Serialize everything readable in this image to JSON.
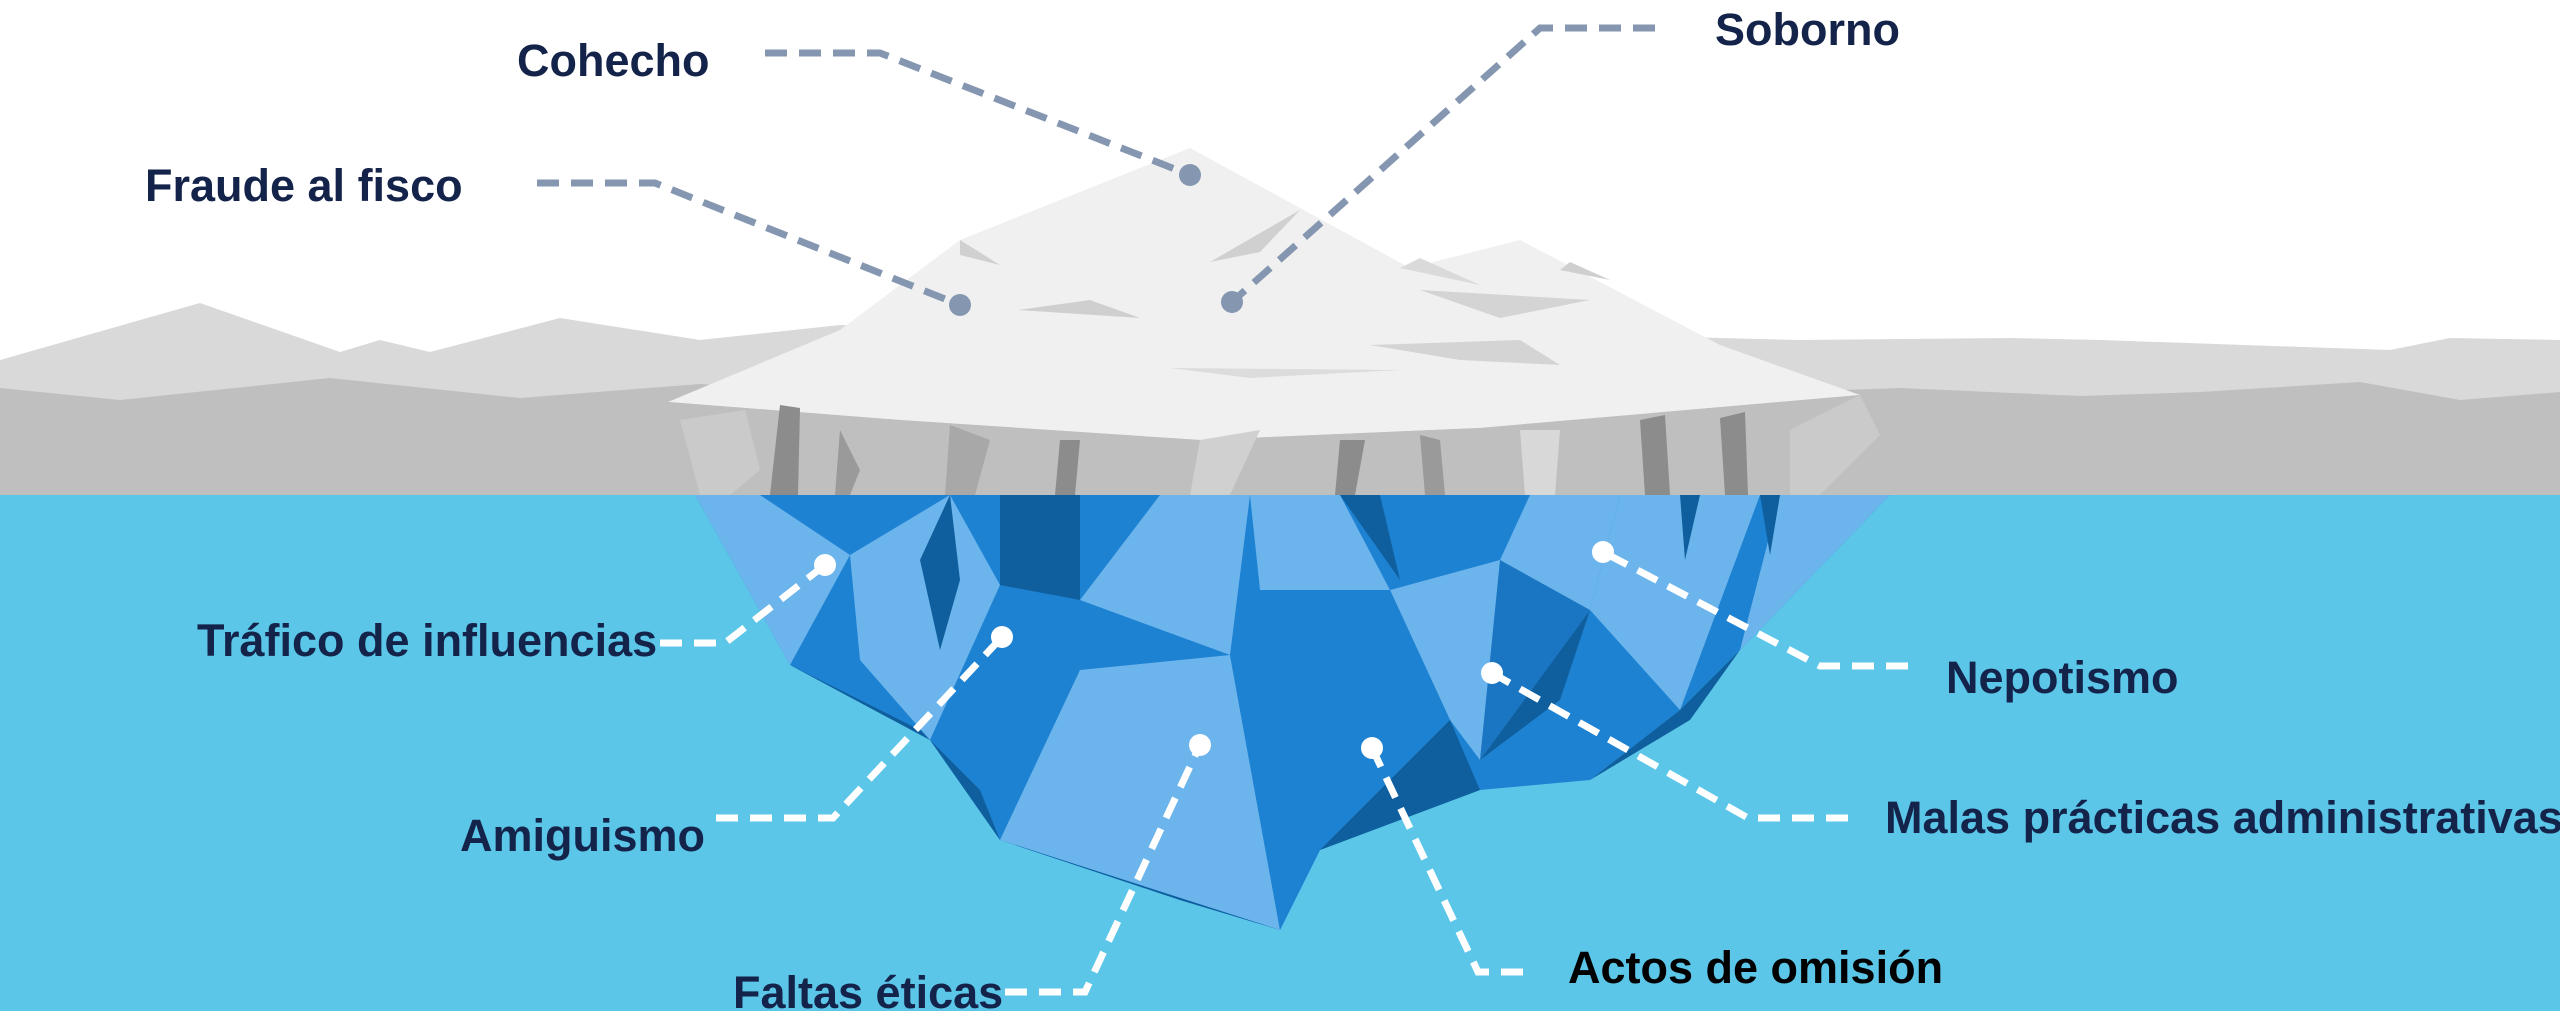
{
  "labels": {
    "cohecho": "Cohecho",
    "soborno": "Soborno",
    "fraude_al_fisco": "Fraude al fisco",
    "trafico_de_influencias": "Tráfico de influencias",
    "nepotismo": "Nepotismo",
    "amiguismo": "Amiguismo",
    "malas_practicas_administrativas": "Malas prácticas administrativas",
    "faltas_eticas": "Faltas éticas",
    "actos_de_omision": "Actos de omisión"
  },
  "colors": {
    "water": "#5bc6e8",
    "ice_top": "#f0f0f0",
    "ice_side": "#bfbfbf",
    "mountains_back": "#d9d9d9",
    "mountains_front": "#bfbfbf",
    "ice_blue_light": "#6cb4ec",
    "ice_blue_mid": "#1e82d2",
    "ice_blue_dark": "#0f5f9e",
    "leader_above": "#8496b0",
    "leader_below": "#ffffff",
    "label_text": "#14234a"
  }
}
